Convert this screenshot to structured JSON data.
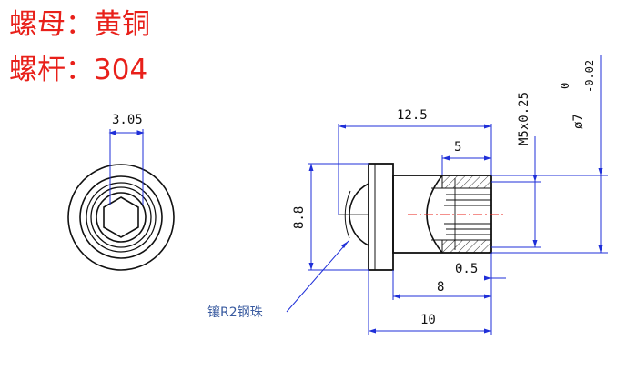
{
  "specs": {
    "nut_material": "螺母：黄铜",
    "screw_material": "螺杆：304"
  },
  "dimensions": {
    "hex_socket": "3.05",
    "overall_length": "12.5",
    "thread_length": "5",
    "thread": "M5x0.25",
    "diameter_main": "ø7",
    "tol_upper": "0",
    "tol_lower": "-0.02",
    "head_diameter": "8.8",
    "chamfer": "0.5",
    "length_8": "8",
    "length_10": "10"
  },
  "callout": {
    "ball": "镶R2钢珠"
  },
  "colors": {
    "spec_text": "#e8201a",
    "dimension_line": "#1f2fd8",
    "callout_text": "#3a5ba0",
    "outline": "#111111",
    "centerline": "#e8201a"
  }
}
